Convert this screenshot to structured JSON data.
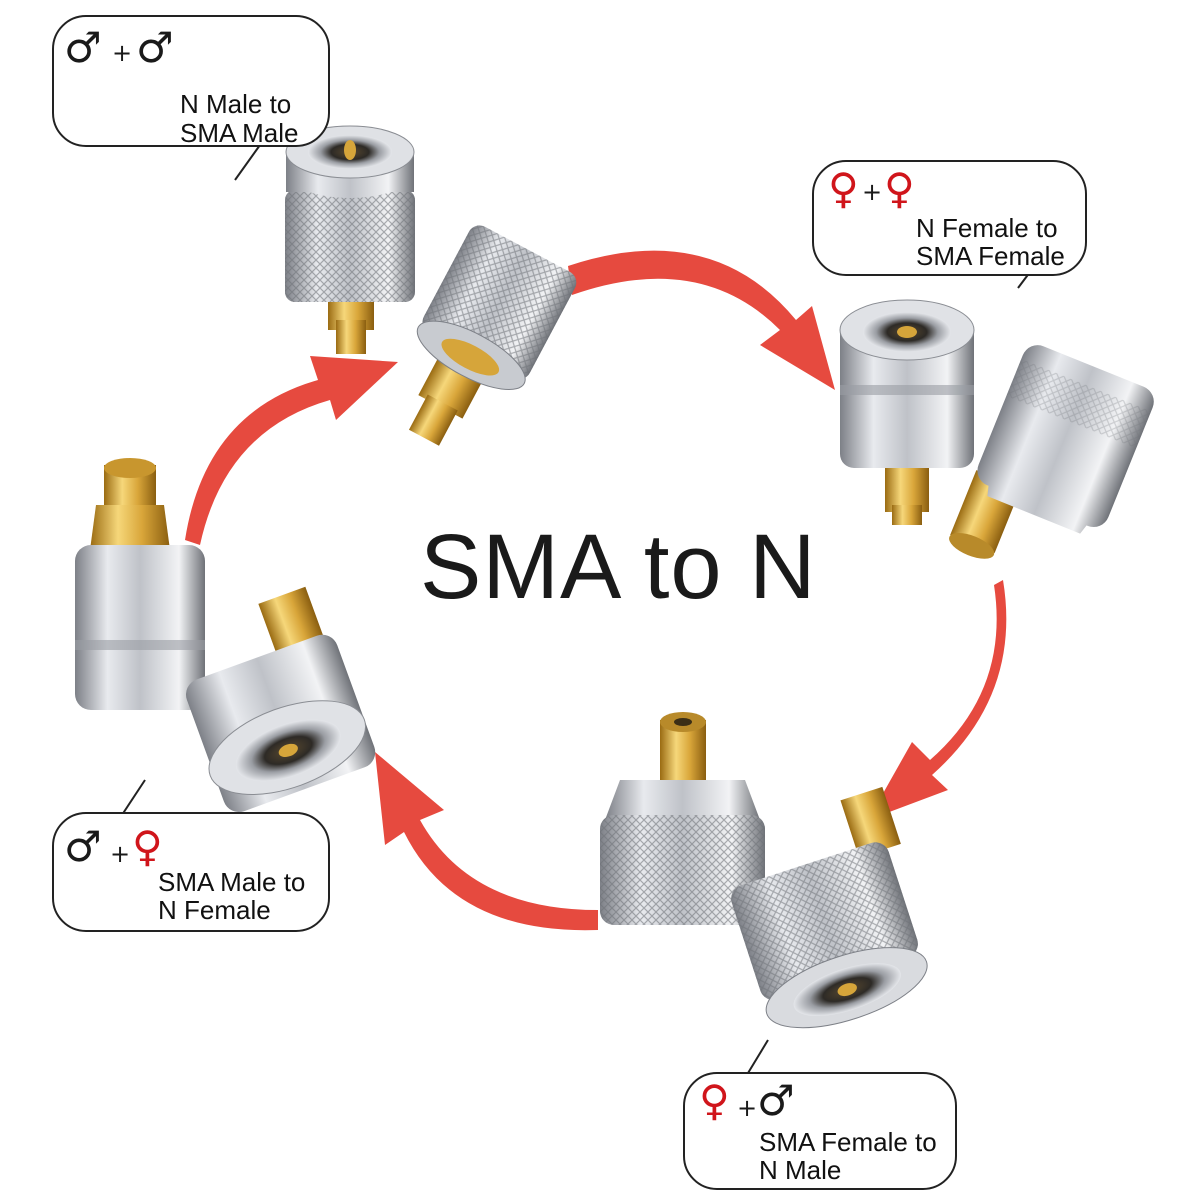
{
  "title": "SMA to N",
  "colors": {
    "arrow": "#e64a3f",
    "male_symbol": "#1a1a1a",
    "female_symbol": "#d0151b",
    "metal": "#b9bcc1",
    "gold": "#d6a53a"
  },
  "symbols": {
    "male": "♂",
    "female": "♀",
    "plus": "+"
  },
  "callouts": [
    {
      "id": "n-male-sma-male",
      "line1": "N Male to",
      "line2": "SMA Male",
      "symbols": [
        "male",
        "male"
      ]
    },
    {
      "id": "n-female-sma-female",
      "line1": "N Female to",
      "line2": "SMA Female",
      "symbols": [
        "female",
        "female"
      ]
    },
    {
      "id": "sma-male-n-female",
      "line1": "SMA Male to",
      "line2": "N Female",
      "symbols": [
        "male",
        "female"
      ]
    },
    {
      "id": "sma-female-n-male",
      "line1": "SMA Female to",
      "line2": "N Male",
      "symbols": [
        "female",
        "male"
      ]
    }
  ],
  "adapters": [
    {
      "name": "N Male to SMA Male",
      "icon": "n-male-sma-male-adapter"
    },
    {
      "name": "N Female to SMA Female",
      "icon": "n-female-sma-female-adapter"
    },
    {
      "name": "SMA Female to N Male",
      "icon": "sma-female-n-male-adapter"
    },
    {
      "name": "SMA Male to N Female",
      "icon": "sma-male-n-female-adapter"
    }
  ]
}
